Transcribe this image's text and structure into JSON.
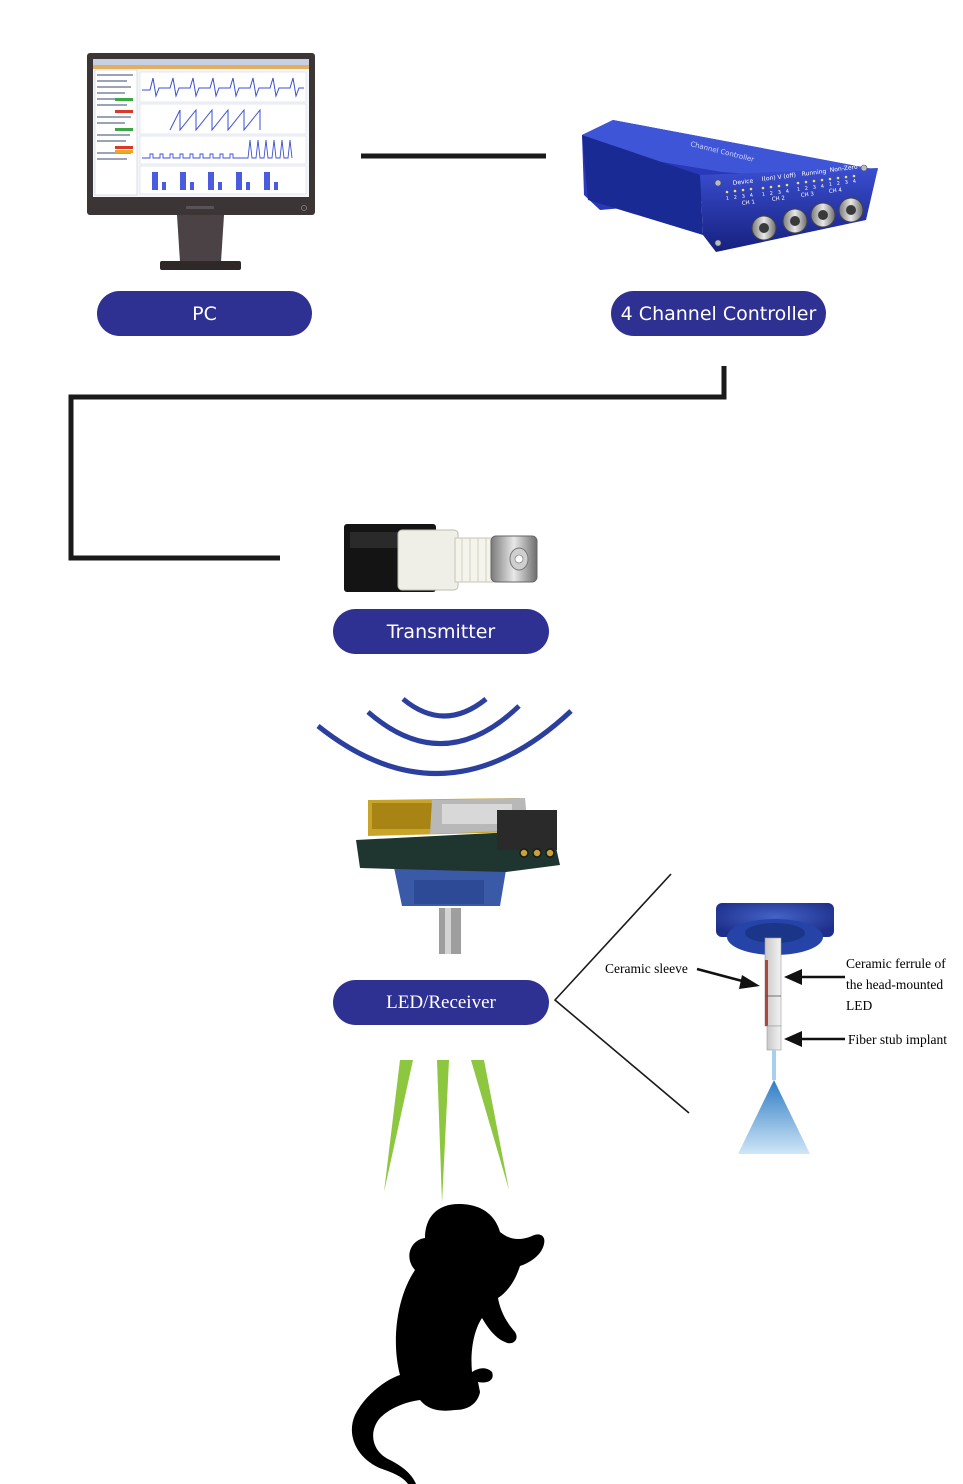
{
  "labels": {
    "pc": "PC",
    "controller": "4 Channel Controller",
    "transmitter": "Transmitter",
    "led_receiver": "LED/Receiver"
  },
  "controller_panel": {
    "groups": [
      "Device",
      "I(on) V (off)",
      "Running",
      "Non-Zero"
    ],
    "channel_numbers": [
      "1",
      "2",
      "3",
      "4"
    ],
    "channels": [
      "CH 1",
      "CH 2",
      "CH 3",
      "CH 4"
    ]
  },
  "callout": {
    "ceramic_sleeve": "Ceramic sleeve",
    "ferrule_line1": "Ceramic ferrule of",
    "ferrule_line2": "the head-mounted",
    "ferrule_line3": "LED",
    "fiber_stub": "Fiber stub implant"
  },
  "colors": {
    "pill": "#2e3192",
    "controller_blue": "#1f2fa8",
    "wave_blue": "#2b3f9e",
    "green_beam": "#8dc63f",
    "light_blue": "#5fa8dc"
  },
  "icons": [
    "monitor-icon",
    "controller-device",
    "transmitter-device",
    "wireless-waves-icon",
    "led-receiver-device",
    "mouse-silhouette-icon",
    "fiber-implant-illustration"
  ]
}
